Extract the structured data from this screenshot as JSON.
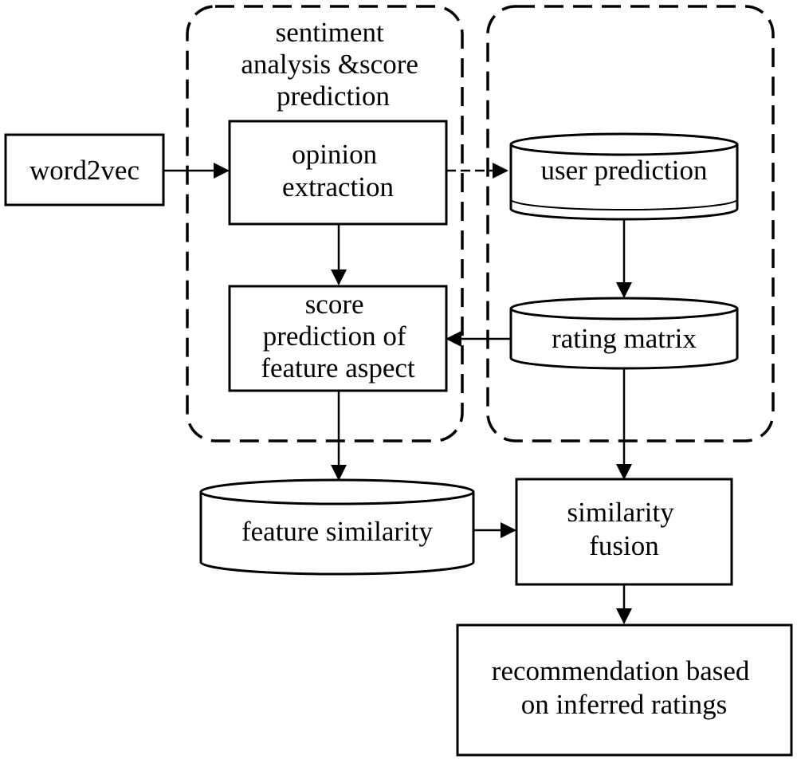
{
  "groups": {
    "sentiment_title": [
      "sentiment",
      "analysis &score",
      "prediction"
    ]
  },
  "nodes": {
    "word2vec": [
      "word2vec"
    ],
    "opinion_extraction": [
      "opinion",
      "extraction"
    ],
    "score_prediction": [
      "score",
      "prediction of",
      "feature aspect"
    ],
    "user_prediction": [
      "user prediction"
    ],
    "rating_matrix": [
      "rating matrix"
    ],
    "feature_similarity": [
      "feature similarity"
    ],
    "similarity_fusion": [
      "similarity",
      "fusion"
    ],
    "recommendation": [
      "recommendation based",
      "on inferred ratings"
    ]
  },
  "edges": [
    {
      "from": "word2vec",
      "to": "opinion_extraction"
    },
    {
      "from": "opinion_extraction",
      "to": "user_prediction"
    },
    {
      "from": "opinion_extraction",
      "to": "score_prediction"
    },
    {
      "from": "user_prediction",
      "to": "rating_matrix"
    },
    {
      "from": "rating_matrix",
      "to": "score_prediction"
    },
    {
      "from": "score_prediction",
      "to": "feature_similarity"
    },
    {
      "from": "rating_matrix",
      "to": "similarity_fusion"
    },
    {
      "from": "feature_similarity",
      "to": "similarity_fusion"
    },
    {
      "from": "similarity_fusion",
      "to": "recommendation"
    }
  ]
}
